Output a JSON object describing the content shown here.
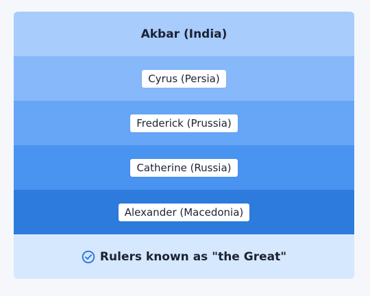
{
  "bands": [
    {
      "label": "Akbar (India)"
    },
    {
      "label": "Cyrus (Persia)"
    },
    {
      "label": "Frederick (Prussia)"
    },
    {
      "label": "Catherine (Russia)"
    },
    {
      "label": "Alexander (Macedonia)"
    }
  ],
  "footer": {
    "label": "Rulers known as \"the Great\"",
    "icon": "check-circle-icon"
  },
  "colors": {
    "band_1": "#a8ccfc",
    "band_2": "#86b8fa",
    "band_3": "#67a5f7",
    "band_4": "#4a94f1",
    "band_5": "#2d7bdc",
    "footer_bg": "#d6e8fd",
    "accent": "#2d7bdc"
  }
}
